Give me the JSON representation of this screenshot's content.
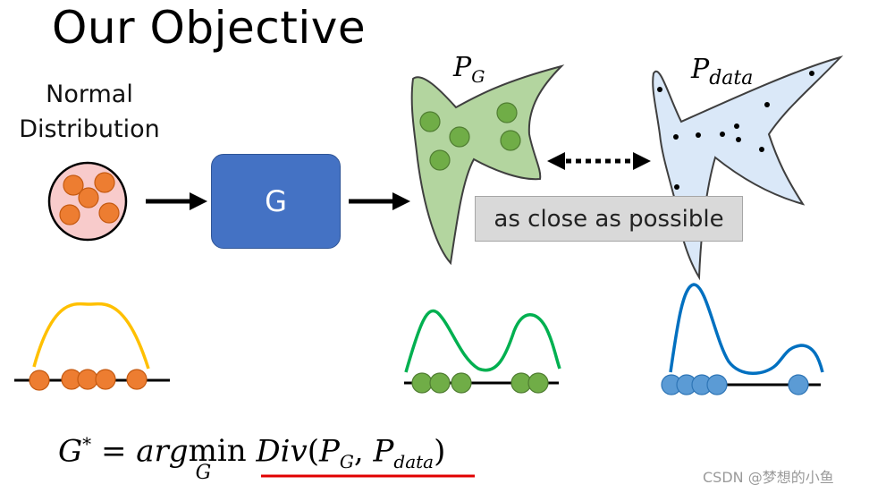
{
  "title": "Our Objective",
  "input_label": {
    "line1": "Normal",
    "line2": "Distribution"
  },
  "generator_label": "G",
  "pg_label": {
    "main": "P",
    "sub": "G"
  },
  "pdata_label": {
    "main": "P",
    "sub": "data"
  },
  "caption": "as close as possible",
  "formula": {
    "g": "G",
    "star": "*",
    "eq": " = ",
    "arg": "arg",
    "min": "min",
    "min_sub": "G",
    "div": "Div",
    "open": "(",
    "p1": "P",
    "p1_sub": "G",
    "comma": ", ",
    "p2": "P",
    "p2_sub": "data",
    "close": ")"
  },
  "watermark": "CSDN @梦想的小鱼",
  "colors": {
    "generator": "#4472c4",
    "orange": "#ed7d31",
    "green": "#70ad47",
    "blue": "#5b9bd5",
    "yellow_curve": "#ffc000",
    "green_curve": "#00b050",
    "blue_curve": "#0070c0",
    "underline": "#e00000"
  },
  "icons": [
    "arrow-right-icon",
    "double-dotted-arrow-icon"
  ]
}
